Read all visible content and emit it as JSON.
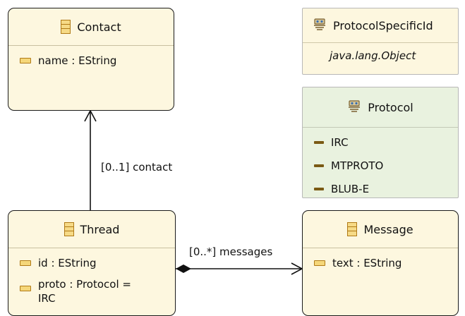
{
  "classes": {
    "contact": {
      "name": "Contact",
      "attributes": [
        "name : EString"
      ]
    },
    "thread": {
      "name": "Thread",
      "attributes": [
        "id : EString",
        "proto : Protocol =\nIRC"
      ]
    },
    "message": {
      "name": "Message",
      "attributes": [
        "text : EString"
      ]
    }
  },
  "datatype": {
    "name": "ProtocolSpecificId",
    "instance_class": "java.lang.Object"
  },
  "enum": {
    "name": "Protocol",
    "literals": [
      "IRC",
      "MTPROTO",
      "BLUB-E"
    ]
  },
  "references": {
    "contact": "[0..1] contact",
    "messages": "[0..*] messages"
  },
  "colors": {
    "class_fill": "#fdf7df",
    "enum_fill": "#e9f2df",
    "stroke": "#1a1a1a",
    "icon": "#b07a16"
  },
  "icons": {
    "class": "eclass-icon",
    "attribute": "eattribute-icon",
    "enum": "eenum-icon",
    "literal": "eenum-literal-icon",
    "datatype": "edatatype-icon"
  }
}
